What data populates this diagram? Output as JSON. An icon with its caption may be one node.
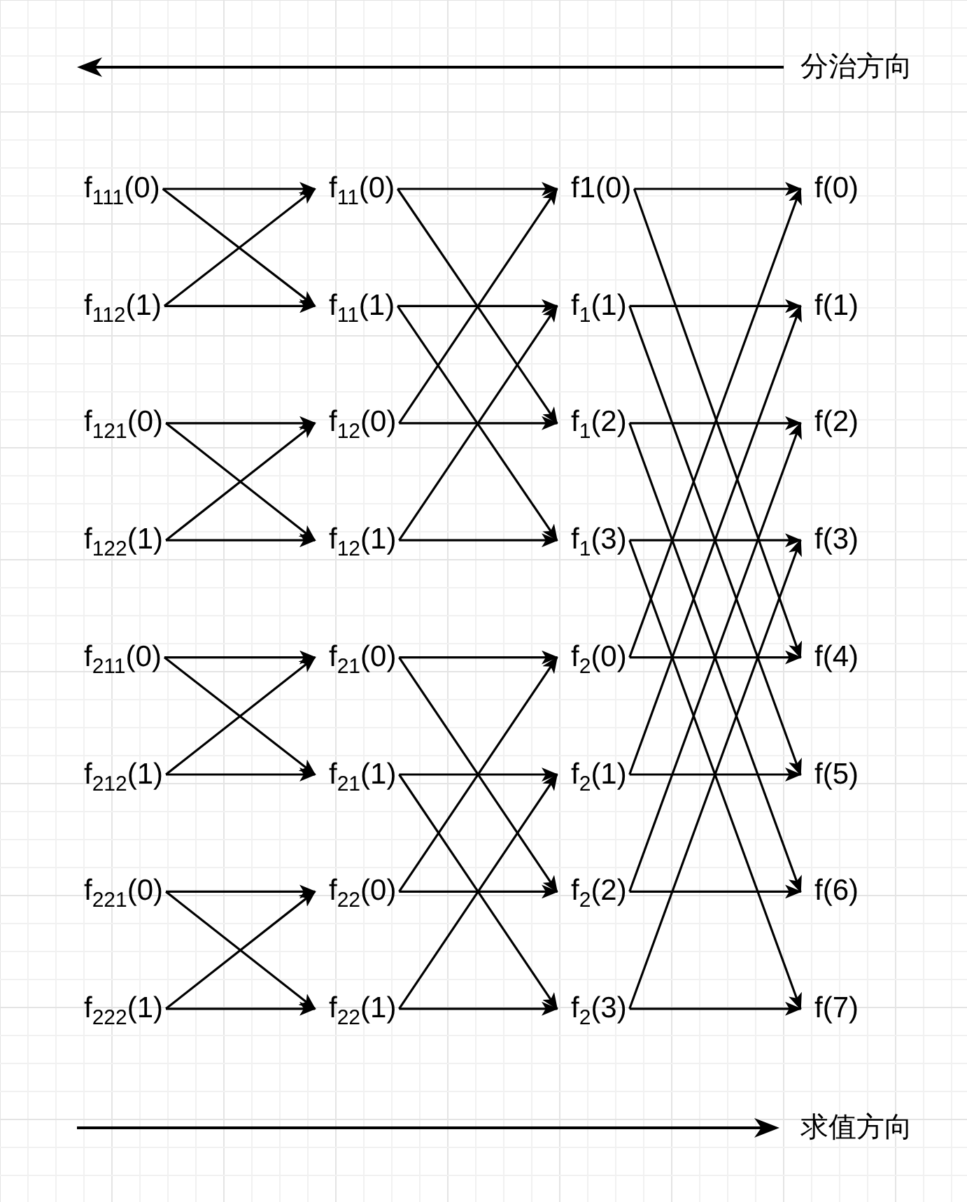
{
  "diagram": {
    "nodes": [
      {
        "text": [
          "f$_{111}$(0)"
        ]
      },
      {
        "text": [
          "f$_{112}$(1)"
        ]
      },
      {
        "text": [
          "f$_{121}$(0)"
        ]
      },
      {
        "text": [
          "f$_{122}$(1)"
        ]
      },
      {
        "text": [
          "f$_{211}$(0)"
        ]
      },
      {
        "text": [
          "f$_{212}$(1)"
        ]
      },
      {
        "text": [
          "f$_{221}$(0)"
        ]
      },
      {
        "text": [
          "f$_{222}$(1)"
        ]
      },
      {
        "text": [
          "f$_{11}$(0)"
        ]
      },
      {
        "text": [
          "f$_{11}$(1)"
        ]
      },
      {
        "text": [
          "f$_{12}$(0)"
        ]
      },
      {
        "text": [
          "f$_{12}$(1)"
        ]
      },
      {
        "text": [
          "f$_{21}$(0)"
        ]
      },
      {
        "text": [
          "f$_{21}$(1)"
        ]
      },
      {
        "text": [
          "f$_{22}$(0)"
        ]
      },
      {
        "text": [
          "f$_{22}$(1)"
        ]
      },
      {
        "text": [
          "f1(0)"
        ]
      },
      {
        "text": [
          "f$_{1}$(1)"
        ]
      },
      {
        "text": [
          "f$_{1}$(2)"
        ]
      },
      {
        "text": [
          "f$_{1}$(3)"
        ]
      },
      {
        "text": [
          "f$_{2}$(0)"
        ]
      },
      {
        "text": [
          "f$_{2}$(1)"
        ]
      },
      {
        "text": [
          "f$_{2}$(2)"
        ]
      },
      {
        "text": [
          "f$_{2}$(3)"
        ]
      },
      {
        "text": [
          "f(0)"
        ]
      },
      {
        "text": [
          "f(1)"
        ]
      },
      {
        "text": [
          "f(2)"
        ]
      },
      {
        "text": [
          "f(3)"
        ]
      },
      {
        "text": [
          "f(4)"
        ]
      },
      {
        "text": [
          "f(5)"
        ]
      },
      {
        "text": [
          "f(6)"
        ]
      },
      {
        "text": [
          "f(7)"
        ]
      }
    ],
    "edges": [
      {
        "from": 0,
        "to": 8,
        "arrow": "to"
      },
      {
        "from": 0,
        "to": 9,
        "arrow": "to"
      },
      {
        "from": 1,
        "to": 8,
        "arrow": "to"
      },
      {
        "from": 1,
        "to": 9,
        "arrow": "to"
      },
      {
        "from": 2,
        "to": 10,
        "arrow": "to"
      },
      {
        "from": 2,
        "to": 11,
        "arrow": "to"
      },
      {
        "from": 3,
        "to": 10,
        "arrow": "to"
      },
      {
        "from": 3,
        "to": 11,
        "arrow": "to"
      },
      {
        "from": 4,
        "to": 12,
        "arrow": "to"
      },
      {
        "from": 4,
        "to": 13,
        "arrow": "to"
      },
      {
        "from": 5,
        "to": 12,
        "arrow": "to"
      },
      {
        "from": 5,
        "to": 13,
        "arrow": "to"
      },
      {
        "from": 6,
        "to": 14,
        "arrow": "to"
      },
      {
        "from": 6,
        "to": 15,
        "arrow": "to"
      },
      {
        "from": 7,
        "to": 14,
        "arrow": "to"
      },
      {
        "from": 7,
        "to": 15,
        "arrow": "to"
      },
      {
        "from": 8,
        "to": 16,
        "arrow": "to"
      },
      {
        "from": 8,
        "to": 18,
        "arrow": "to"
      },
      {
        "from": 9,
        "to": 17,
        "arrow": "to"
      },
      {
        "from": 9,
        "to": 19,
        "arrow": "to"
      },
      {
        "from": 10,
        "to": 16,
        "arrow": "to"
      },
      {
        "from": 10,
        "to": 18,
        "arrow": "to"
      },
      {
        "from": 11,
        "to": 17,
        "arrow": "to"
      },
      {
        "from": 11,
        "to": 19,
        "arrow": "to"
      },
      {
        "from": 12,
        "to": 20,
        "arrow": "to"
      },
      {
        "from": 12,
        "to": 22,
        "arrow": "to"
      },
      {
        "from": 13,
        "to": 21,
        "arrow": "to"
      },
      {
        "from": 13,
        "to": 23,
        "arrow": "to"
      },
      {
        "from": 14,
        "to": 20,
        "arrow": "to"
      },
      {
        "from": 14,
        "to": 22,
        "arrow": "to"
      },
      {
        "from": 15,
        "to": 21,
        "arrow": "to"
      },
      {
        "from": 15,
        "to": 23,
        "arrow": "to"
      },
      {
        "from": 16,
        "to": 24,
        "arrow": "to"
      },
      {
        "from": 16,
        "to": 28,
        "arrow": "to"
      },
      {
        "from": 17,
        "to": 25,
        "arrow": "to"
      },
      {
        "from": 17,
        "to": 29,
        "arrow": "to"
      },
      {
        "from": 18,
        "to": 26,
        "arrow": "to"
      },
      {
        "from": 18,
        "to": 30,
        "arrow": "to"
      },
      {
        "from": 19,
        "to": 27,
        "arrow": "to"
      },
      {
        "from": 19,
        "to": 31,
        "arrow": "to"
      },
      {
        "from": 20,
        "to": 24,
        "arrow": "to"
      },
      {
        "from": 20,
        "to": 28,
        "arrow": "to"
      },
      {
        "from": 21,
        "to": 25,
        "arrow": "to"
      },
      {
        "from": 21,
        "to": 29,
        "arrow": "to"
      },
      {
        "from": 22,
        "to": 26,
        "arrow": "to"
      },
      {
        "from": 22,
        "to": 30,
        "arrow": "to"
      },
      {
        "from": 23,
        "to": 27,
        "arrow": "to"
      },
      {
        "from": 23,
        "to": 31,
        "arrow": "to"
      }
    ],
    "labels": [
      "分治方向",
      "求值方向"
    ]
  }
}
